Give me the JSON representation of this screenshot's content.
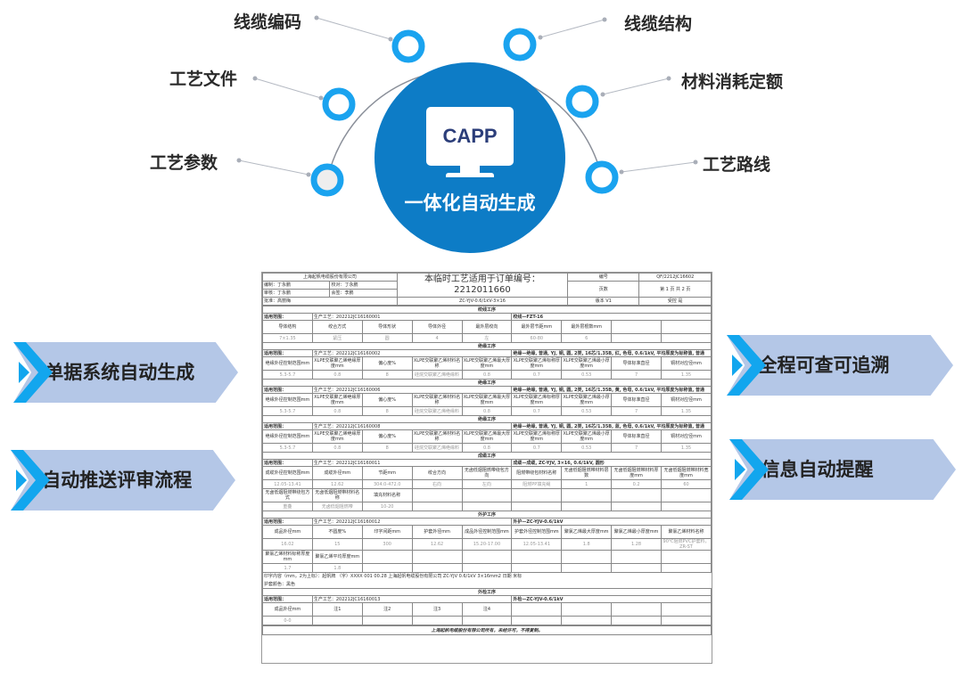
{
  "hub": {
    "monitor_label": "CAPP",
    "title": "一体化自动生成",
    "nodes": [
      "线缆编码",
      "线缆结构",
      "工艺文件",
      "材料消耗定额",
      "工艺参数",
      "工艺路线"
    ],
    "colors": {
      "hub": "#0d7cc6",
      "ring": "#1aa3ef",
      "banner": "#b4c7e7",
      "chevron": "#12a6ee"
    }
  },
  "banners": {
    "left": [
      "单据系统自动生成",
      "自动推送评审流程"
    ],
    "right": [
      "全程可查可追溯",
      "信息自动提醒"
    ]
  },
  "document": {
    "company": "上海起帆电缆股份有限公司",
    "compiler": "编制：丁永鹏",
    "checker": "校对：丁永鹏",
    "reviewer": "审核：丁永鹏",
    "countersign": "会签：李鹏",
    "approver": "批准：高丽梅",
    "title": "本临时工艺适用于订单编号：2212011660",
    "code_label": "编号",
    "code": "QF/2212JC16602",
    "pages_label": "页数",
    "pages": "第 1 页 共 2 页",
    "model": "ZC-YJV-0.6/1kV-3×16",
    "version_label": "版本",
    "version": "V1",
    "controlled_label": "受控",
    "controlled": "是",
    "scope_label": "适用范围：",
    "sections": [
      {
        "title": "绞线工序",
        "process": "生产工艺：202212JC16160001",
        "spec": "绞线—FZT-16",
        "rows": [
          {
            "h": [
              "导体结构",
              "绞合方式",
              "导体形状",
              "导体外径",
              "最外层绞向",
              "最外层节距mm",
              "最外层根数mm",
              "",
              ""
            ],
            "v": [
              "7×1.35",
              "紧压",
              "圆",
              "4",
              "左",
              "60-80",
              "6",
              "",
              ""
            ]
          }
        ]
      },
      {
        "title": "绝缘工序",
        "process": "生产工艺：202212JC16160002",
        "spec": "绝缘—绝缘, 普通, YJ, 铜, 圆, 2类, 16芯/1.35B, 红, 色母, 0.6/1kV, 平均厚度为标称值, 普通",
        "rows": [
          {
            "h": [
              "绝缘外径控制范围mm",
              "XLPE交联聚乙烯绝缘厚度mm",
              "偏心度%",
              "XLPE交联聚乙烯材料名称",
              "XLPE交联聚乙烯最大厚度mm",
              "XLPE交联聚乙烯标称厚度mm",
              "XLPE交联聚乙烯最小厚度mm",
              "导体标准直径",
              "铜材对应径mm"
            ],
            "v": [
              "5.3-5.7",
              "0.8",
              "8",
              "硅烷交联聚乙烯绝缘料",
              "0.8",
              "0.7",
              "0.53",
              "7",
              "1.35"
            ]
          }
        ]
      },
      {
        "title": "绝缘工序",
        "process": "生产工艺：202212JC16160006",
        "spec": "绝缘—绝缘, 普通, YJ, 铜, 圆, 2类, 16芯/1.35B, 黄, 色母, 0.6/1kV, 平均厚度为标称值, 普通",
        "rows": [
          {
            "h": [
              "绝缘外径控制范围mm",
              "XLPE交联聚乙烯绝缘厚度mm",
              "偏心度%",
              "XLPE交联聚乙烯材料名称",
              "XLPE交联聚乙烯最大厚度mm",
              "XLPE交联聚乙烯标称厚度mm",
              "XLPE交联聚乙烯最小厚度mm",
              "导体标准直径",
              "铜材对应径mm"
            ],
            "v": [
              "5.3-5.7",
              "0.8",
              "8",
              "硅烷交联聚乙烯绝缘料",
              "0.8",
              "0.7",
              "0.53",
              "7",
              "1.35"
            ]
          }
        ]
      },
      {
        "title": "绝缘工序",
        "process": "生产工艺：202212JC16160008",
        "spec": "绝缘—绝缘, 普通, YJ, 铜, 圆, 2类, 16芯/1.35B, 蓝, 色母, 0.6/1kV, 平均厚度为标称值, 普通",
        "rows": [
          {
            "h": [
              "绝缘外径控制范围mm",
              "XLPE交联聚乙烯绝缘厚度mm",
              "偏心度%",
              "XLPE交联聚乙烯材料名称",
              "XLPE交联聚乙烯最大厚度mm",
              "XLPE交联聚乙烯标称厚度mm",
              "XLPE交联聚乙烯最小厚度mm",
              "导体标准直径",
              "铜材对应径mm"
            ],
            "v": [
              "5.3-5.7",
              "0.8",
              "8",
              "硅烷交联聚乙烯绝缘料",
              "0.8",
              "0.7",
              "0.53",
              "7",
              "1.35"
            ]
          }
        ]
      },
      {
        "title": "成缆工序",
        "process": "生产工艺：202212JC16160011",
        "spec": "成缆—成缆, ZC-YJV, 3×16, 0.6/1kV, 圆形",
        "rows": [
          {
            "h": [
              "成缆外径控制范围mm",
              "成缆外径mm",
              "节距mm",
              "绞合方向",
              "无卤低烟阻燃带绕包方向",
              "阻燃带绕包材料名称",
              "无卤低烟阻燃带材料层数",
              "无卤低烟阻燃带材料厚度mm",
              "无卤低烟阻燃带材料宽度mm"
            ],
            "v": [
              "12.05-13.41",
              "12.62",
              "304.0-472.0",
              "右向",
              "左向",
              "阻燃PP填充绳",
              "1",
              "0.2",
              "60"
            ]
          },
          {
            "h": [
              "无卤低烟阻燃带绕包方式",
              "无卤低烟阻燃带材料名称",
              "填充材料名称",
              "",
              "",
              "",
              "",
              "",
              ""
            ],
            "v": [
              "重叠",
              "无卤低烟阻燃带",
              "10-20",
              "",
              "",
              "",
              "",
              "",
              ""
            ]
          }
        ]
      },
      {
        "title": "外护工序",
        "process": "生产工艺：202212JC16160012",
        "spec": "外护—ZC-YJV-0.6/1kV",
        "rows": [
          {
            "h": [
              "成品外径mm",
              "不圆度%",
              "印字间距mm",
              "护套外径mm",
              "成品外径控制范围mm",
              "护套外径控制范围mm",
              "聚氯乙烯最大厚度mm",
              "聚氯乙烯最小厚度mm",
              "聚氯乙烯材料名称"
            ],
            "v": [
              "16.02",
              "15",
              "300",
              "12.62",
              "15.20-17.00",
              "12.05-13.41",
              "1.8",
              "1.28",
              "90℃阻燃PVC护套料，ZR-ST"
            ]
          },
          {
            "h": [
              "聚氯乙烯材料标称厚度mm",
              "聚氯乙烯平均厚度mm",
              "",
              "",
              "",
              "",
              "",
              "",
              ""
            ],
            "v": [
              "1.7",
              "1.8",
              "",
              "",
              "",
              "",
              "",
              "",
              ""
            ]
          }
        ],
        "notes": [
          "印字内容（mm，2为上标）：起帆牌 （字）XXXX 001 00.28 上海起帆电缆股份有限公司 ZC-YJV 0.6/1kV 3×16mm2 日期 米标",
          "护套颜色：黑色"
        ]
      },
      {
        "title": "外检工序",
        "process": "生产工艺：202212JC16160013",
        "spec": "外检—ZC-YJV-0.6/1kV",
        "rows": [
          {
            "h": [
              "成品外径mm",
              "注1",
              "注2",
              "注3",
              "注4",
              "",
              "",
              "",
              ""
            ],
            "v": [
              "0-0",
              "",
              "",
              "",
              "",
              "",
              "",
              "",
              ""
            ]
          }
        ]
      }
    ],
    "footer": "上海起帆电缆股份有限公司所有，未经许可，不得复制。"
  }
}
